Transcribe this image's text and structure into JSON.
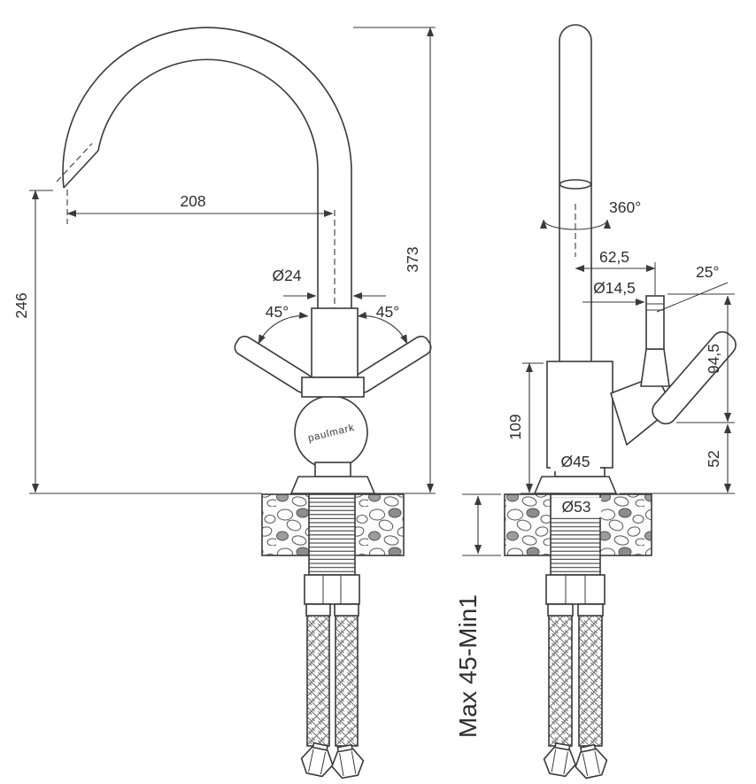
{
  "brand": {
    "logo": "paulmark"
  },
  "front_view": {
    "spout_reach": "208",
    "total_height": "373",
    "spout_height": "246",
    "pipe_diameter": "Ø24",
    "handle_angle_left": "45°",
    "handle_angle_right": "45°"
  },
  "side_view": {
    "swivel_angle": "360°",
    "handle_offset": "62,5",
    "handle_tilt": "25°",
    "stem_diameter": "Ø14,5",
    "handle_travel": "94,5",
    "body_height": "109",
    "body_diameter": "Ø45",
    "handle_clearance": "52",
    "base_diameter": "Ø53",
    "mounting_thickness": "Max 45-Min1"
  }
}
